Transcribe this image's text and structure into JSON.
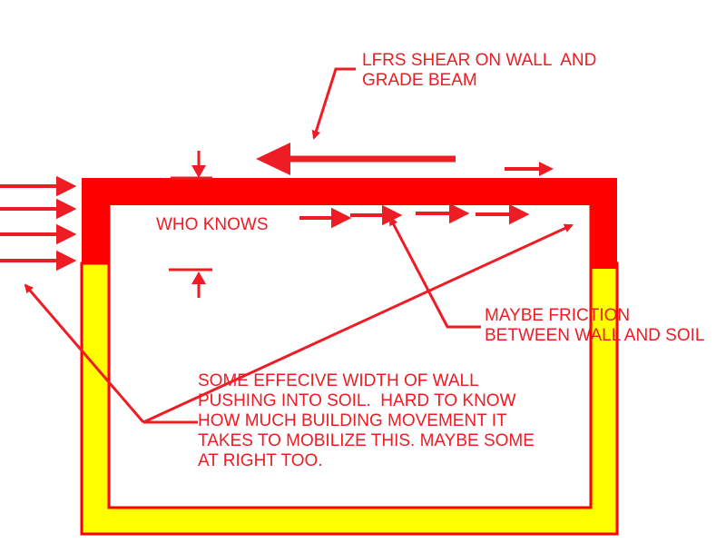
{
  "colors": {
    "arrow": "#ee1c25",
    "wall": "#ff0000",
    "soil": "#ffff00",
    "background": "#ffffff"
  },
  "labels": {
    "lfrs_shear": "LFRS SHEAR ON WALL  AND\nGRADE BEAM",
    "who_knows": "WHO KNOWS",
    "maybe_friction": "MAYBE FRICTION\nBETWEEN WALL AND SOIL",
    "effective_width": "SOME EFFECIVE WIDTH OF WALL\nPUSHING INTO SOIL.  HARD TO KNOW\nHOW MUCH BUILDING MOVEMENT IT\nTAKES TO MOBILIZE THIS. MAYBE SOME\nAT RIGHT TOO."
  }
}
